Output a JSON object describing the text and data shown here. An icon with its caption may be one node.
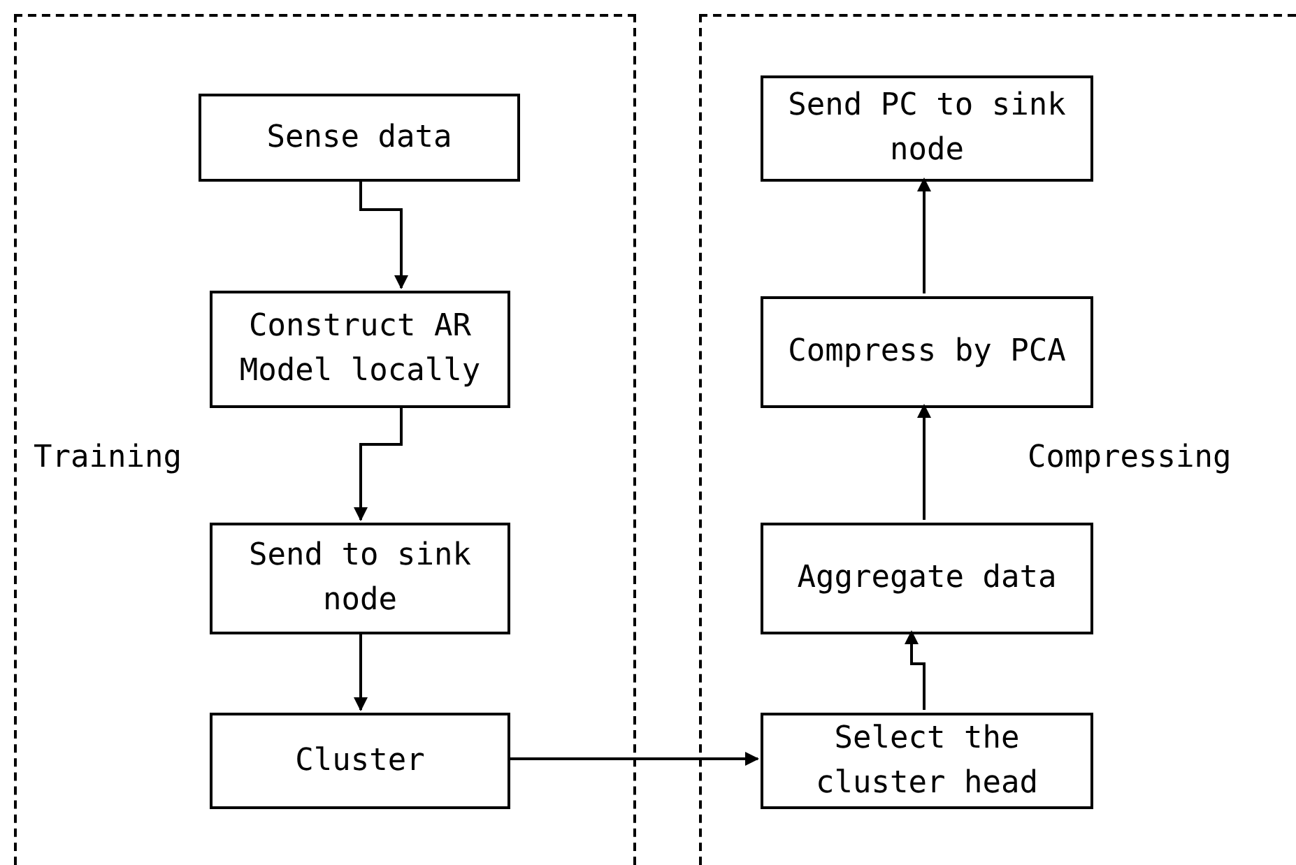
{
  "diagram": {
    "nodes": [
      {
        "text": [
          "Training"
        ]
      },
      {
        "text": [
          "Sense data"
        ],
        "in": 0
      },
      {
        "text": [
          "Construct AR Model locally"
        ],
        "in": 0
      },
      {
        "text": [
          "Send to sink node"
        ],
        "in": 0
      },
      {
        "text": [
          "Cluster"
        ],
        "in": 0
      },
      {
        "text": [
          "Compressing"
        ]
      },
      {
        "text": [
          "Send PC to sink node"
        ],
        "in": 5
      },
      {
        "text": [
          "Compress by PCA"
        ],
        "in": 5
      },
      {
        "text": [
          "Aggregate data"
        ],
        "in": 5
      },
      {
        "text": [
          "Select the cluster head"
        ],
        "in": 5
      }
    ],
    "edges": [
      {
        "from": 1,
        "to": 2,
        "arrow": "to"
      },
      {
        "from": 2,
        "to": 3,
        "arrow": "to"
      },
      {
        "from": 3,
        "to": 4,
        "arrow": "to"
      },
      {
        "from": 4,
        "to": 9,
        "arrow": "to"
      },
      {
        "from": 9,
        "to": 8,
        "arrow": "to"
      },
      {
        "from": 8,
        "to": 7,
        "arrow": "to"
      },
      {
        "from": 7,
        "to": 6,
        "arrow": "to"
      }
    ]
  }
}
